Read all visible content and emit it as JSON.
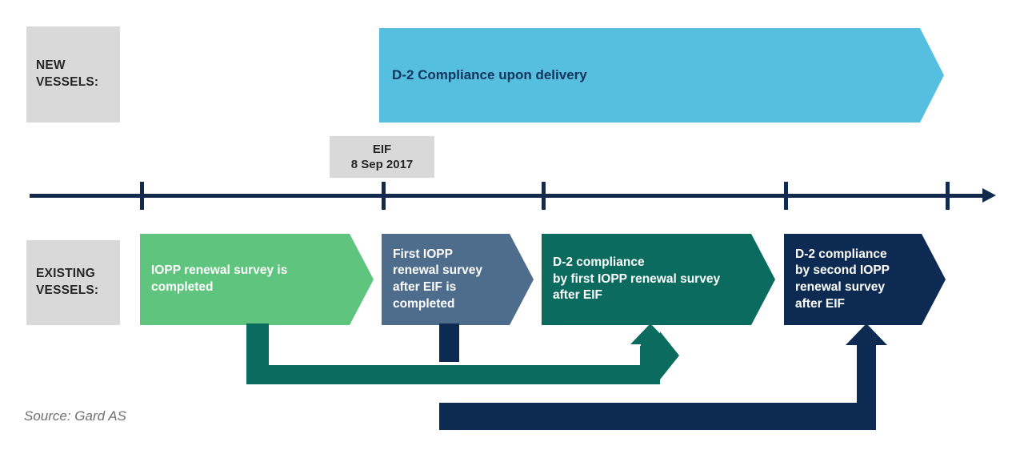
{
  "categories": {
    "new_vessels": "NEW\nVESSELS:",
    "existing_vessels": "EXISTING\nVESSELS:"
  },
  "eif_marker": {
    "title": "EIF",
    "date": "8 Sep 2017"
  },
  "timeline": {
    "tick_count": 5,
    "tick_positions": [
      175,
      477,
      677,
      980,
      1182
    ],
    "axis_color": "#112a4e",
    "arrowhead": "timeline-arrowhead"
  },
  "new_vessel_track": {
    "label": "D-2 Compliance upon delivery",
    "color": "#56bfe0",
    "text_color": "#11335c"
  },
  "existing_vessel_track": {
    "stages": [
      {
        "id": "iopp-renewal-completed",
        "label": "IOPP renewal survey is\ncompleted",
        "color": "#5fc47e"
      },
      {
        "id": "first-iopp-after-eif",
        "label": "First IOPP\nrenewal survey\nafter EIF is\ncompleted",
        "color": "#4e6c8c"
      },
      {
        "id": "d2-by-first-iopp",
        "label": "D-2 compliance\nby first IOPP renewal survey\nafter EIF",
        "color": "#0b6b5f"
      },
      {
        "id": "d2-by-second-iopp",
        "label": "D-2 compliance\nby second IOPP\nrenewal survey\nafter EIF",
        "color": "#0d2b52"
      }
    ]
  },
  "connectors": [
    {
      "id": "teal-connector",
      "color": "#0b6b5f",
      "from": "iopp-renewal-completed",
      "to": "d2-by-first-iopp"
    },
    {
      "id": "navy-connector",
      "color": "#0d2b52",
      "from": "first-iopp-after-eif",
      "to": "d2-by-second-iopp"
    }
  ],
  "source": "Source: Gard AS"
}
